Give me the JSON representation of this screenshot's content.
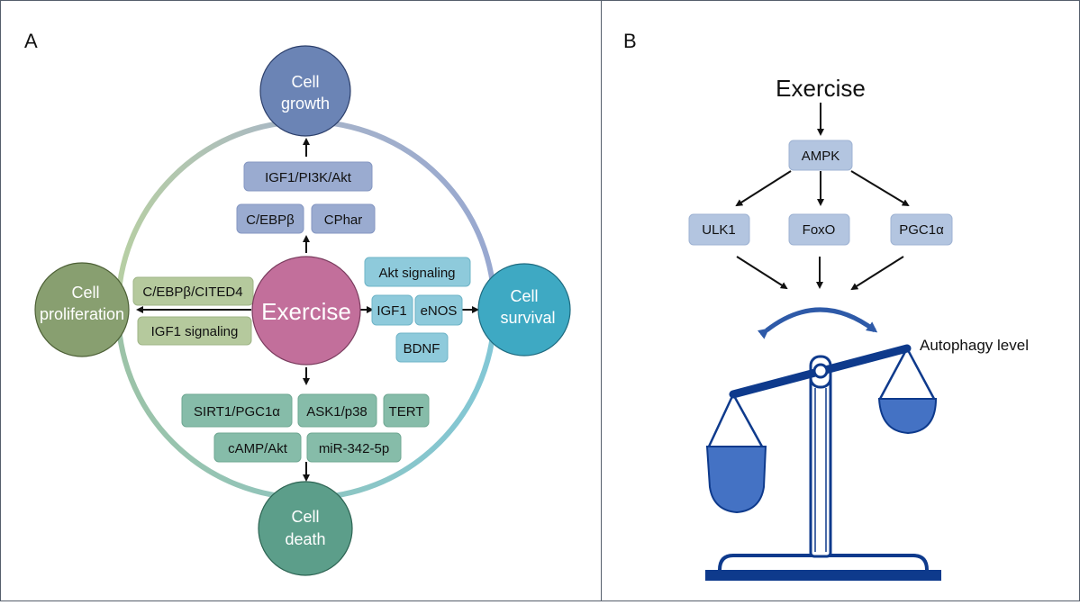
{
  "panel_a": {
    "label": "A",
    "center": "Exercise",
    "outcomes": {
      "growth": [
        "Cell",
        "growth"
      ],
      "survival": [
        "Cell",
        "survival"
      ],
      "death": [
        "Cell",
        "death"
      ],
      "proliferation": [
        "Cell",
        "proliferation"
      ]
    },
    "growth_factors": [
      "IGF1/PI3K/Akt",
      "C/EBPβ",
      "CPhar"
    ],
    "proliferation_factors": [
      "C/EBPβ/CITED4",
      "IGF1 signaling"
    ],
    "survival_factors": [
      "Akt signaling",
      "IGF1",
      "eNOS",
      "BDNF"
    ],
    "death_factors": [
      "SIRT1/PGC1α",
      "ASK1/p38",
      "TERT",
      "cAMP/Akt",
      "miR-342-5p"
    ],
    "colors": {
      "growth": "#6b84b5",
      "survival": "#3ea9c3",
      "death": "#5c9e8a",
      "proliferation": "#889f70",
      "exercise": "#c26f9b",
      "growth_box": "#9aabd0",
      "survival_box": "#8ecadb",
      "death_box": "#86bca9",
      "proliferation_box": "#b5c99d"
    }
  },
  "panel_b": {
    "label": "B",
    "title": "Exercise",
    "ampk": "AMPK",
    "targets": [
      "ULK1",
      "FoxO",
      "PGC1α"
    ],
    "balance_label": "Autophagy level",
    "colors": {
      "box": "#b3c5e0",
      "scale": "#0e3a8c",
      "pan": "#4472c4"
    }
  }
}
